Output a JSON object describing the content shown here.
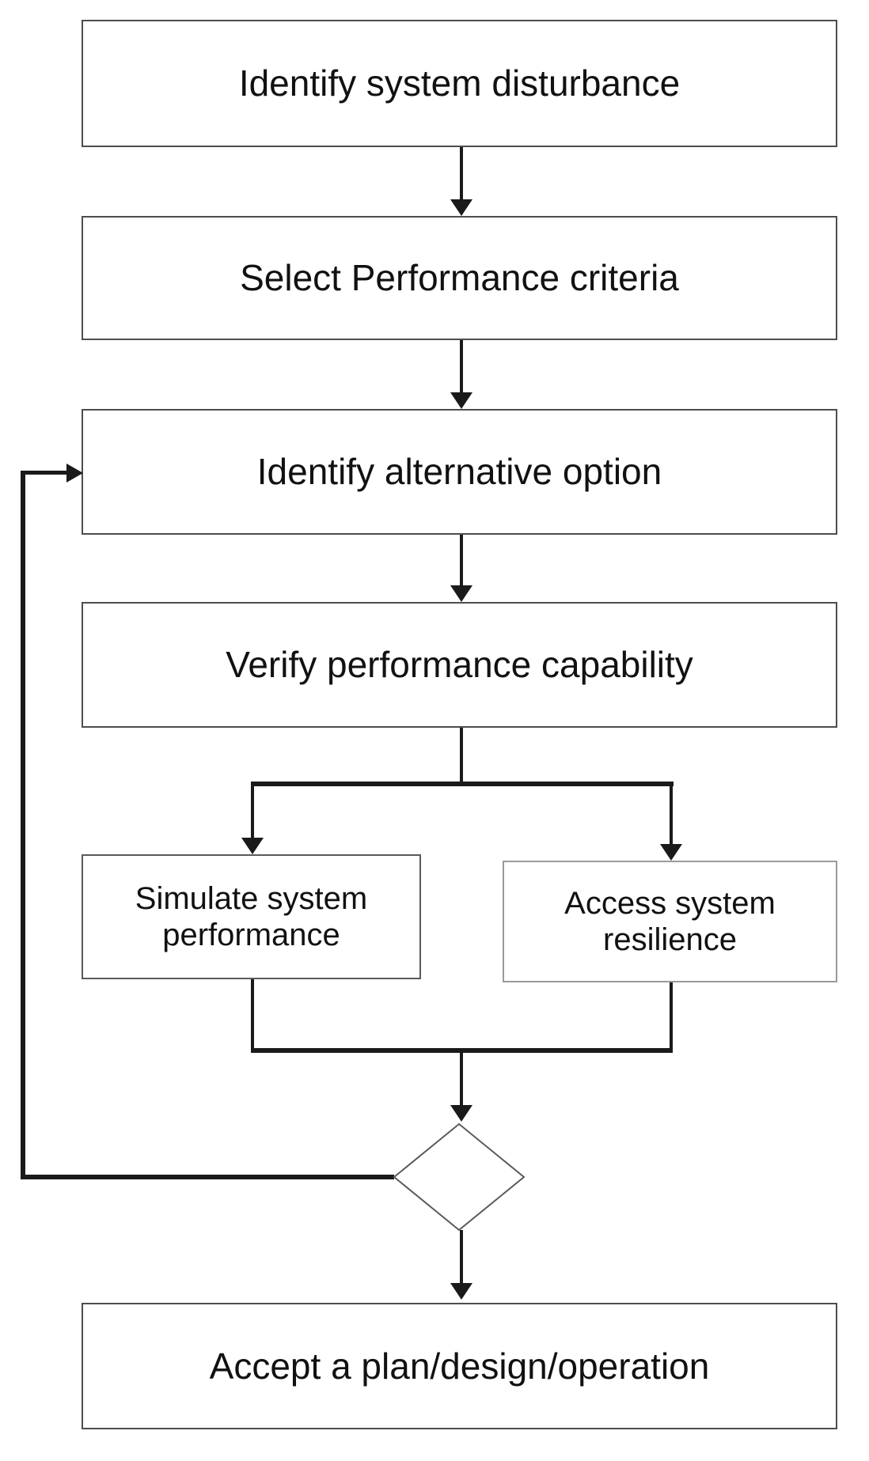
{
  "flowchart": {
    "nodes": {
      "identify_disturbance": {
        "label": "Identify system disturbance"
      },
      "select_criteria": {
        "label": "Select Performance criteria"
      },
      "identify_alternative": {
        "label": "Identify alternative option"
      },
      "verify_capability": {
        "label": "Verify performance capability"
      },
      "simulate_performance": {
        "label": "Simulate system performance"
      },
      "access_resilience": {
        "label": "Access system resilience"
      },
      "decision": {
        "label": ""
      },
      "accept_plan": {
        "label": "Accept a plan/design/operation"
      }
    },
    "colors": {
      "background": "#ffffff",
      "box_border_dark": "#4d4d4d",
      "box_border_light": "#9a9a9a",
      "connector_line": "#1a1a1a",
      "diamond_outline": "#5a5a5a",
      "text": "#111111"
    }
  }
}
